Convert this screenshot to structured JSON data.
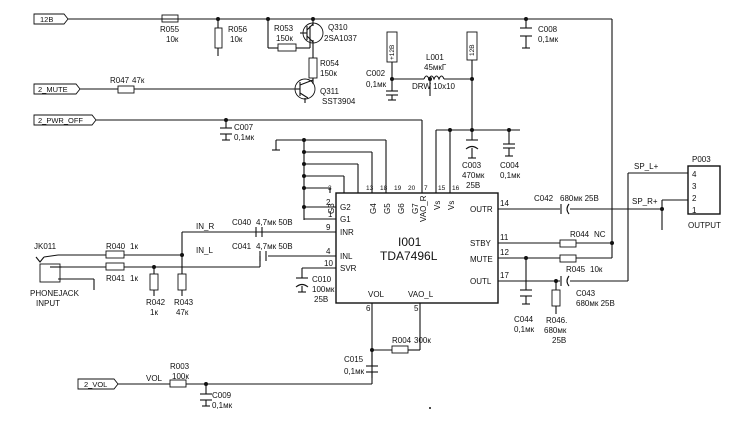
{
  "nets": {
    "v12": "12В",
    "mute": "2_MUTE",
    "pwr_off": "2_PWR_OFF",
    "vol": "2_VOL",
    "vol_label": "VOL"
  },
  "ic": {
    "ref": "I001",
    "part": "TDA7496L",
    "pins_left": [
      {
        "name": "G2",
        "num": "2"
      },
      {
        "name": "G1",
        "num": "1"
      },
      {
        "name": "INR",
        "num": "9"
      },
      {
        "name": "INL",
        "num": "4"
      },
      {
        "name": "SVR",
        "num": "10"
      }
    ],
    "pins_top": [
      {
        "name": "G3",
        "num": "3"
      },
      {
        "name": "G4",
        "num": "13"
      },
      {
        "name": "G5",
        "num": "18"
      },
      {
        "name": "G6",
        "num": "19"
      },
      {
        "name": "G7",
        "num": "20"
      },
      {
        "name": "VAO_R",
        "num": "7"
      },
      {
        "name": "Vs",
        "num": "15"
      },
      {
        "name": "Vs",
        "num": "16"
      }
    ],
    "pins_right": [
      {
        "name": "OUTR",
        "num": "14"
      },
      {
        "name": "STBY",
        "num": "11"
      },
      {
        "name": "MUTE",
        "num": "12"
      },
      {
        "name": "OUTL",
        "num": "17"
      }
    ],
    "pins_bottom": [
      {
        "name": "VOL",
        "num": "6"
      },
      {
        "name": "VAO_L",
        "num": "5"
      }
    ]
  },
  "transistors": {
    "q310": {
      "ref": "Q310",
      "part": "2SA1037"
    },
    "q311": {
      "ref": "Q311",
      "part": "SST3904"
    }
  },
  "resistors": {
    "r055": {
      "ref": "R055",
      "value": "10к"
    },
    "r056": {
      "ref": "R056",
      "value": "10к"
    },
    "r053": {
      "ref": "R053",
      "value": "150к"
    },
    "r054": {
      "ref": "R054",
      "value": "150к"
    },
    "r047": {
      "ref": "R047",
      "value": "47к"
    },
    "r040": {
      "ref": "R040",
      "value": "1к"
    },
    "r041": {
      "ref": "R041",
      "value": "1к"
    },
    "r042": {
      "ref": "R042",
      "value": "1к"
    },
    "r043": {
      "ref": "R043",
      "value": "47к"
    },
    "r044": {
      "ref": "R044",
      "value": "NC"
    },
    "r045": {
      "ref": "R045",
      "value": "10к"
    },
    "r046": {
      "ref": "R046.",
      "value": "680мк",
      "extra": "25В"
    },
    "r004": {
      "ref": "R004",
      "value": "300к"
    },
    "r003": {
      "ref": "R003",
      "value": "100к"
    }
  },
  "capacitors": {
    "c008": {
      "ref": "C008",
      "value": "0,1мк"
    },
    "c002": {
      "ref": "C002",
      "value": "0,1мк"
    },
    "c007": {
      "ref": "C007",
      "value": "0,1мк"
    },
    "c003": {
      "ref": "C003",
      "value": "470мк",
      "extra": "25В"
    },
    "c004": {
      "ref": "C004",
      "value": "0,1мк"
    },
    "c040": {
      "ref": "C040",
      "value": "4,7мк 50В"
    },
    "c041": {
      "ref": "C041",
      "value": "4,7мк 50В"
    },
    "c010": {
      "ref": "C010",
      "value": "100мк",
      "extra": "25В"
    },
    "c042": {
      "ref": "C042",
      "value": "680мк 25В"
    },
    "c043": {
      "ref": "C043",
      "value": "680мк 25В"
    },
    "c044": {
      "ref": "C044",
      "value": "0,1мк"
    },
    "c015": {
      "ref": "C015",
      "value": "0,1мк"
    },
    "c009": {
      "ref": "C009",
      "value": "0,1мк"
    }
  },
  "inductor": {
    "ref": "L001",
    "value": "45мкГ",
    "part": "DRW 10x10"
  },
  "rails": {
    "r1": "+12В",
    "r2": "12В"
  },
  "jack": {
    "ref": "JK011",
    "line1": "PHONEJACK",
    "line2": "INPUT"
  },
  "input_labels": {
    "in_r": "IN_R",
    "in_l": "IN_L"
  },
  "output": {
    "ref": "P003",
    "pins": [
      "4",
      "3",
      "2",
      "1"
    ],
    "sp_l": "SP_L+",
    "sp_r": "SP_R+",
    "label": "OUTPUT"
  }
}
